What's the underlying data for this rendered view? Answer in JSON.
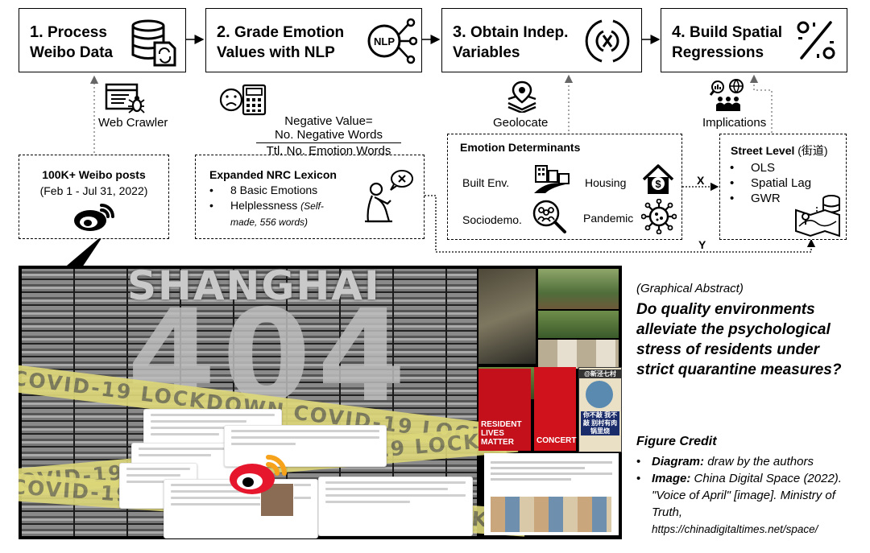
{
  "steps": [
    {
      "num": "1.",
      "title": "Process\nWeibo Data",
      "icon": "database-file-icon"
    },
    {
      "num": "2.",
      "title": "Grade Emotion\nValues with NLP",
      "icon": "nlp-network-icon"
    },
    {
      "num": "3.",
      "title": "Obtain Indep.\nVariables",
      "icon": "variable-x-icon"
    },
    {
      "num": "4.",
      "title": "Build Spatial\nRegressions",
      "icon": "percent-icon"
    }
  ],
  "web_crawler": "Web Crawler",
  "weibo_box": {
    "title": "100K+ Weibo posts",
    "dates": "(Feb 1 - Jul 31, 2022)"
  },
  "formula": {
    "top": "Negative Value=",
    "numerator": "No. Negative Words",
    "denominator": "Ttl. No. Emotion Words"
  },
  "lexicon": {
    "title": "Expanded NRC Lexicon",
    "items": [
      "8 Basic Emotions",
      "Helplessness"
    ],
    "helplessness_note": "(Self-made, 556 words)"
  },
  "geolocate": "Geolocate",
  "determinants": {
    "title": "Emotion Determinants",
    "built_env": "Built Env.",
    "housing": "Housing",
    "sociodemo": "Sociodemo.",
    "pandemic": "Pandemic"
  },
  "implications": "Implications",
  "street": {
    "title": "Street Level",
    "title_cn": "(街道)",
    "items": [
      "OLS",
      "Spatial Lag",
      "GWR"
    ]
  },
  "arrows": {
    "x": "X",
    "y": "Y"
  },
  "collage": {
    "shanghai": "SHANGHAI",
    "code": "404",
    "ribbon_text": "COVID-19  LOCKDOWN  COVID-19  LOCKDOWN  COVID-19",
    "poster_left": "RESIDENT LIVES MATTER",
    "poster_mid": "CONCERT",
    "poster_right_top": "@新泾七村",
    "poster_right_main": "你不敲 我不敲 别村有肉锅里烧"
  },
  "abstract": {
    "label": "(Graphical Abstract)",
    "question": "Do quality environments alleviate the psychological stress of residents under strict quarantine measures?"
  },
  "credit": {
    "title": "Figure Credit",
    "diagram_label": "Diagram:",
    "diagram_text": "draw by the authors",
    "image_label": "Image:",
    "image_text": "China Digital Space (2022). \"Voice of April\" [image]. Ministry of Truth,",
    "url": "https://chinadigitaltimes.net/space/"
  }
}
